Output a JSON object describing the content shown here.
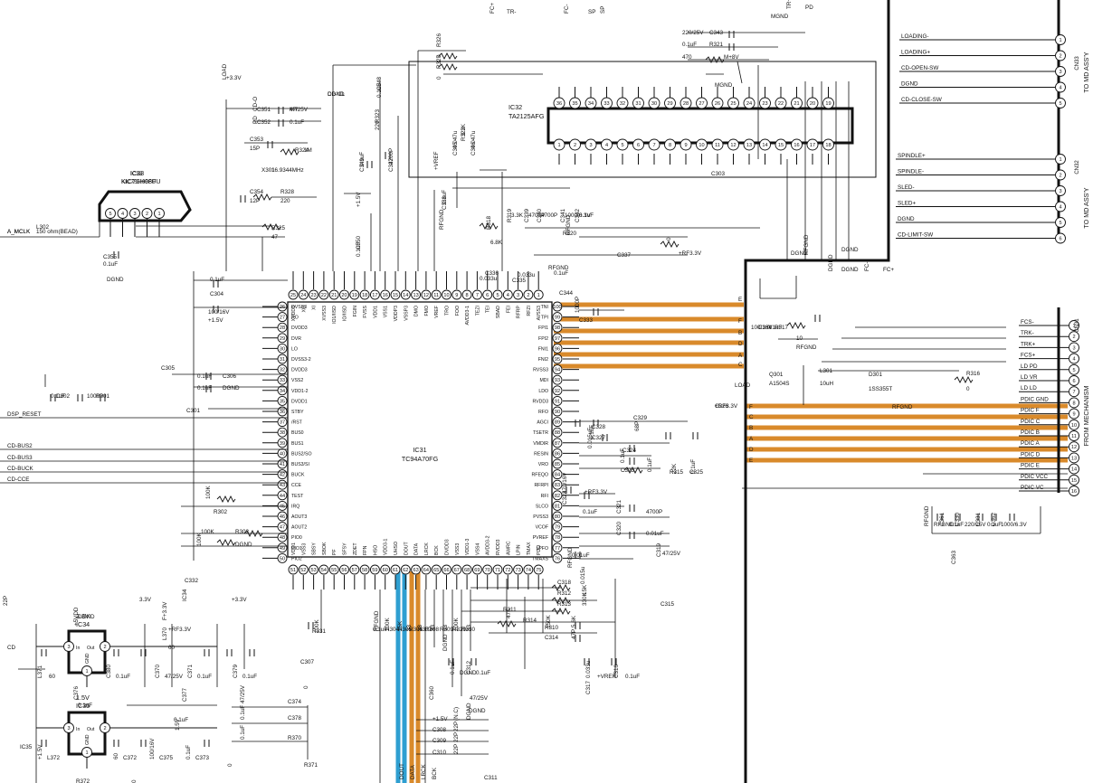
{
  "ic31": {
    "ref": "IC31",
    "part": "TC94A70FG",
    "left_pins": [
      {
        "n": "26",
        "name": "DVSS3"
      },
      {
        "n": "27",
        "name": "RO"
      },
      {
        "n": "28",
        "name": "DVDD3"
      },
      {
        "n": "29",
        "name": "DVR"
      },
      {
        "n": "30",
        "name": "LO"
      },
      {
        "n": "31",
        "name": "DVSS3-2"
      },
      {
        "n": "32",
        "name": "DVDD3"
      },
      {
        "n": "33",
        "name": "VSS2"
      },
      {
        "n": "34",
        "name": "VDD1-2"
      },
      {
        "n": "35",
        "name": "DVDD1"
      },
      {
        "n": "36",
        "name": "STBY"
      },
      {
        "n": "37",
        "name": "/RST"
      },
      {
        "n": "38",
        "name": "BUS0"
      },
      {
        "n": "39",
        "name": "BUS1"
      },
      {
        "n": "40",
        "name": "BUS2/SO"
      },
      {
        "n": "41",
        "name": "BUS3/SI"
      },
      {
        "n": "42",
        "name": "BUCK"
      },
      {
        "n": "43",
        "name": "CCE"
      },
      {
        "n": "44",
        "name": "TEST"
      },
      {
        "n": "45",
        "name": "IRQ"
      },
      {
        "n": "46",
        "name": "AOUT3"
      },
      {
        "n": "47",
        "name": "AOUT2"
      },
      {
        "n": "48",
        "name": "PIO0"
      },
      {
        "n": "49",
        "name": "PIO1"
      },
      {
        "n": "50",
        "name": "PIO2"
      }
    ],
    "right_pins": [
      {
        "n": "100",
        "name": "TNI"
      },
      {
        "n": "99",
        "name": "TPI"
      },
      {
        "n": "98",
        "name": "FPI1"
      },
      {
        "n": "97",
        "name": "FPI2"
      },
      {
        "n": "96",
        "name": "FNI1"
      },
      {
        "n": "95",
        "name": "FNI2"
      },
      {
        "n": "94",
        "name": "RVSS3"
      },
      {
        "n": "93",
        "name": "MDI"
      },
      {
        "n": "92",
        "name": "LDO"
      },
      {
        "n": "91",
        "name": "RVDD3"
      },
      {
        "n": "90",
        "name": "RFO"
      },
      {
        "n": "89",
        "name": "AGCI"
      },
      {
        "n": "88",
        "name": "TSETR"
      },
      {
        "n": "87",
        "name": "VMDIR"
      },
      {
        "n": "86",
        "name": "RESIN"
      },
      {
        "n": "85",
        "name": "VRO"
      },
      {
        "n": "84",
        "name": "RFEQO"
      },
      {
        "n": "83",
        "name": "RFRPI"
      },
      {
        "n": "82",
        "name": "RFI"
      },
      {
        "n": "81",
        "name": "SLCO"
      },
      {
        "n": "80",
        "name": "PVSS3"
      },
      {
        "n": "79",
        "name": "VCOF"
      },
      {
        "n": "78",
        "name": "PVREF"
      },
      {
        "n": "77",
        "name": "LPFO"
      },
      {
        "n": "76",
        "name": "TMAXS"
      }
    ],
    "top_pins": [
      {
        "n": "25",
        "name": "XVDD3"
      },
      {
        "n": "24",
        "name": "XO"
      },
      {
        "n": "23",
        "name": "XI"
      },
      {
        "n": "22",
        "name": "XVSS3"
      },
      {
        "n": "21",
        "name": "IO1/IISD"
      },
      {
        "n": "20",
        "name": "IO/IISD"
      },
      {
        "n": "19",
        "name": "FGIN"
      },
      {
        "n": "18",
        "name": "FVSS"
      },
      {
        "n": "17",
        "name": "VDD1"
      },
      {
        "n": "16",
        "name": "VSS1"
      },
      {
        "n": "15",
        "name": "VDDP3"
      },
      {
        "n": "14",
        "name": "VSSP3"
      },
      {
        "n": "13",
        "name": "DMO"
      },
      {
        "n": "12",
        "name": "FMO"
      },
      {
        "n": "11",
        "name": "VREF"
      },
      {
        "n": "10",
        "name": "TRO"
      },
      {
        "n": "9",
        "name": "FOO"
      },
      {
        "n": "8",
        "name": "AVDD3-1"
      },
      {
        "n": "7",
        "name": "TEZI"
      },
      {
        "n": "6",
        "name": "TEI"
      },
      {
        "n": "5",
        "name": "SBAD"
      },
      {
        "n": "4",
        "name": "FEI"
      },
      {
        "n": "3",
        "name": "RFRP"
      },
      {
        "n": "2",
        "name": "RFZI"
      },
      {
        "n": "1",
        "name": "AVSS3"
      }
    ],
    "bottom_pins": [
      {
        "n": "51",
        "name": "VDD1"
      },
      {
        "n": "52",
        "name": "VSS3"
      },
      {
        "n": "53",
        "name": "SBSY"
      },
      {
        "n": "54",
        "name": "SBOK"
      },
      {
        "n": "55",
        "name": "PF"
      },
      {
        "n": "56",
        "name": "SFSY"
      },
      {
        "n": "57",
        "name": "ZDET"
      },
      {
        "n": "58",
        "name": "FPN"
      },
      {
        "n": "59",
        "name": "HSO"
      },
      {
        "n": "60",
        "name": "VDD3-1"
      },
      {
        "n": "61",
        "name": "UHSO"
      },
      {
        "n": "62",
        "name": "DOUT"
      },
      {
        "n": "63",
        "name": "DATA"
      },
      {
        "n": "64",
        "name": "LRCK"
      },
      {
        "n": "65",
        "name": "BCK"
      },
      {
        "n": "66",
        "name": "DVDD3"
      },
      {
        "n": "67",
        "name": "VSS3"
      },
      {
        "n": "68",
        "name": "VDD1-3"
      },
      {
        "n": "69",
        "name": "VSS4"
      },
      {
        "n": "70",
        "name": "AVDD3-2"
      },
      {
        "n": "71",
        "name": "RVDD3"
      },
      {
        "n": "72",
        "name": "AWRC"
      },
      {
        "n": "73",
        "name": "LPIN"
      },
      {
        "n": "74",
        "name": "TMAX"
      },
      {
        "n": "75",
        "name": "PDO"
      }
    ]
  },
  "ic32": {
    "ref": "IC32",
    "part": "TA2125AFG",
    "top": [
      "36",
      "35",
      "34",
      "33",
      "32",
      "31",
      "30",
      "29",
      "28",
      "27",
      "26",
      "25",
      "24",
      "23",
      "22",
      "21",
      "20",
      "19"
    ],
    "bottom": [
      "1",
      "2",
      "3",
      "4",
      "5",
      "6",
      "7",
      "8",
      "9",
      "10",
      "11",
      "12",
      "13",
      "14",
      "15",
      "16",
      "17",
      "18"
    ]
  },
  "ic33": {
    "ref": "IC33",
    "part": "KIC7SH08FU",
    "pins": [
      "5",
      "4",
      "3",
      "2",
      "1"
    ]
  },
  "ic34": {
    "ref": "IC34",
    "voltage": "3.3V",
    "in": "In",
    "out": "Out",
    "gnd": "GND",
    "p1": "3",
    "p2": "2",
    "p3": "1"
  },
  "ic35": {
    "ref": "IC35",
    "voltage": "1.5V",
    "in": "In",
    "out": "Out",
    "gnd": "GND",
    "p1": "3",
    "p2": "2",
    "p3": "1"
  },
  "cn33": {
    "ref": "CN33",
    "dest": "TO MD ASS'Y",
    "signals": [
      {
        "n": "1",
        "name": "LOADING-"
      },
      {
        "n": "2",
        "name": "LOADING+"
      },
      {
        "n": "3",
        "name": "CD-OPEN-SW"
      },
      {
        "n": "4",
        "name": "DGND"
      },
      {
        "n": "5",
        "name": "CD-CLOSE-SW"
      }
    ]
  },
  "cn32": {
    "ref": "CN32",
    "dest": "TO MD ASS'Y",
    "signals": [
      {
        "n": "1",
        "name": "SPINDLE+"
      },
      {
        "n": "2",
        "name": "SPINDLE-"
      },
      {
        "n": "3",
        "name": "SLED-"
      },
      {
        "n": "4",
        "name": "SLED+"
      },
      {
        "n": "5",
        "name": "DGND"
      },
      {
        "n": "6",
        "name": "CD-LIMIT-SW"
      }
    ]
  },
  "cn31": {
    "ref": "CN31",
    "dest": "FROM MECHANISM",
    "signals": [
      {
        "n": "1",
        "name": "FCS-"
      },
      {
        "n": "2",
        "name": "TRK-"
      },
      {
        "n": "3",
        "name": "TRK+"
      },
      {
        "n": "4",
        "name": "FCS+"
      },
      {
        "n": "5",
        "name": "LD PD"
      },
      {
        "n": "6",
        "name": "LD VR"
      },
      {
        "n": "7",
        "name": "LD LD"
      },
      {
        "n": "8",
        "name": "PDIC GND"
      },
      {
        "n": "9",
        "name": "PDIC F"
      },
      {
        "n": "10",
        "name": "PDIC C"
      },
      {
        "n": "11",
        "name": "PDIC B"
      },
      {
        "n": "12",
        "name": "PDIC A"
      },
      {
        "n": "13",
        "name": "PDIC D"
      },
      {
        "n": "14",
        "name": "PDIC E"
      },
      {
        "n": "15",
        "name": "PDIC VCC"
      },
      {
        "n": "16",
        "name": "PDIC VC"
      }
    ]
  },
  "signals_left": [
    "A_MCLK",
    "DSP_RESET",
    "CD-BUS2",
    "CD-BUS3",
    "CD-BUCK",
    "CD-CCE",
    "CD"
  ],
  "bus_letters_left": [
    "E",
    "F",
    "B",
    "D",
    "A",
    "C"
  ],
  "bus_letters_right": [
    "F",
    "C",
    "B",
    "A",
    "D",
    "E"
  ],
  "bus_letters_bottom": [
    "DOUT",
    "DATA",
    "LRCK",
    "BCK"
  ],
  "labels": [
    "+3.3V",
    "DGND",
    "C351",
    "47/25V",
    "C352",
    "0.1uF",
    "C353",
    "15P",
    "X301",
    "16.9344MHz",
    "R324",
    "1M",
    "C354",
    "12P",
    "R328",
    "220",
    "R325",
    "47",
    "IC33",
    "KIC7SH08FU",
    "A_MCLK",
    "L302",
    "150 ohm(BEAD)",
    "C355",
    "0.1uF",
    "DGND",
    "C348",
    "0.1uF",
    "C349",
    "0.1uF",
    "R323",
    "220",
    "C347",
    "2200P",
    "+1.5V",
    "C350",
    "0.1uF",
    "R326",
    "0",
    "R327",
    "0",
    "C345",
    "0.047u",
    "R322",
    "3.3K",
    "C346",
    "0.047u",
    "+VREF",
    "C338",
    "0.1uF",
    "RFGND",
    "R319",
    "3.3K",
    "C339",
    "4700P",
    "C340",
    "4700P",
    "C341",
    "1000/6.3V",
    "C342",
    "0.1uF",
    "R318",
    "6.8K",
    "RFGND",
    "R320",
    "0",
    "+RF3.3V",
    "C337",
    "0.033u",
    "C336",
    "0.033u",
    "C335",
    "0.1uF",
    "RFGND",
    "C344",
    "220/25V",
    "C343",
    "0.1uF",
    "R321",
    "470",
    "M+8V",
    "MGND",
    "MGND",
    "C303",
    "0.1uF",
    "C304",
    "100/16V",
    "+1.5V",
    "C305",
    "0.1uF",
    "C306",
    "0.1uF",
    "DGND",
    "C301",
    "0.1uF",
    "C302",
    "1000P",
    "R301",
    "100K",
    "R302",
    "100K",
    "R303",
    "100K",
    "DGND",
    "C332",
    "1000P",
    "C333",
    "100/16V",
    "C334",
    "0.1uF",
    "R317",
    "10",
    "RFGND",
    "Q301",
    "A1504S",
    "L301",
    "10uH",
    "D301",
    "1SS355T",
    "R316",
    "0",
    "RFGND",
    "+RF3.3V",
    "C329",
    "68P",
    "C328",
    "0.1uF",
    "C327",
    "0.015uF",
    "C324",
    "0.1uF",
    "C323",
    "0.1uF",
    "R315",
    "22K",
    "C325",
    "0.1uF",
    "C326",
    "470/16V",
    "+RF3.3V",
    "C322",
    "0.1uF",
    "C321",
    "4700P",
    "C320",
    "0.01uF",
    "C319",
    "0.01uF",
    "RFGND",
    "C318",
    "0.015u",
    "R312",
    "15K",
    "R313",
    "330K",
    "R314",
    "150K",
    "R311",
    "47K",
    "R310",
    "5.6K",
    "C314",
    "47P",
    "C315",
    "0.033u",
    "+VREF",
    "C316",
    "0.1uF",
    "C317",
    "47/25V",
    "RFGND",
    "RFGND",
    "C361",
    "0.1uF",
    "C330",
    "220/25V",
    "C331",
    "0.1uF",
    "C362",
    "1000/6.3V",
    "C363",
    "0.1uF",
    "RFGND",
    "R304",
    "100K",
    "R305",
    "15K",
    "R306",
    "33",
    "R307",
    "33",
    "R308",
    "33",
    "R309",
    "33",
    "R329",
    "100K",
    "R330",
    "33",
    "R331",
    "100K",
    "C307",
    "0.1uF",
    "DGND",
    "C312",
    "0.1uF",
    "C360",
    "47/25V",
    "DGND",
    "DGND",
    "DGND",
    "+1.5V",
    "(N.C)",
    "C308",
    "22P",
    "C309",
    "22P",
    "C310",
    "22P",
    "C311",
    "22P",
    "DGND",
    "+5VDD",
    "3.3V",
    "IC34",
    "+3.3V",
    "F+3.3V",
    "+RF3.3V",
    "L370",
    "60",
    "L371",
    "60",
    "C380",
    "0.1uF",
    "C370",
    "47/25V",
    "C371",
    "0.1uF",
    "C379",
    "0.1uF",
    "C376",
    "0.1uF",
    "C377",
    "0.1uF",
    "1.5V",
    "IC35",
    "+1.5V",
    "L372",
    "60",
    "C372",
    "100/16V",
    "C375",
    "0.1uF",
    "C373",
    "47/25V",
    "C374",
    "0.1uF",
    "C378",
    "0.1uF",
    "R370",
    "0",
    "R371",
    "0",
    "R372",
    "0",
    "DGND",
    "RFGND",
    "DGND",
    "DGND",
    "DGND",
    "FC-",
    "FC+",
    "TR+",
    "PD",
    "FC+",
    "TR-",
    "FC-",
    "SP",
    "SP",
    "LOAD",
    "LOAD",
    "CD-CL",
    "CD-O",
    "MT",
    "PD"
  ]
}
